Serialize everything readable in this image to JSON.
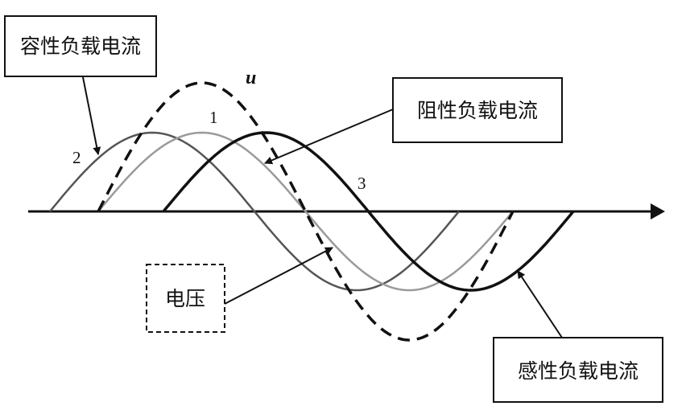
{
  "labels": {
    "capacitive_current": "容性负载电流",
    "resistive_current": "阻性负载电流",
    "inductive_current": "感性负载电流",
    "voltage": "电压",
    "voltage_symbol": "u",
    "curve_1": "1",
    "curve_2": "2",
    "curve_3": "3"
  },
  "colors": {
    "voltage": "#111111",
    "capacitive": "#555555",
    "resistive": "#9a9a9a",
    "inductive": "#111111",
    "axis": "#111111"
  }
}
